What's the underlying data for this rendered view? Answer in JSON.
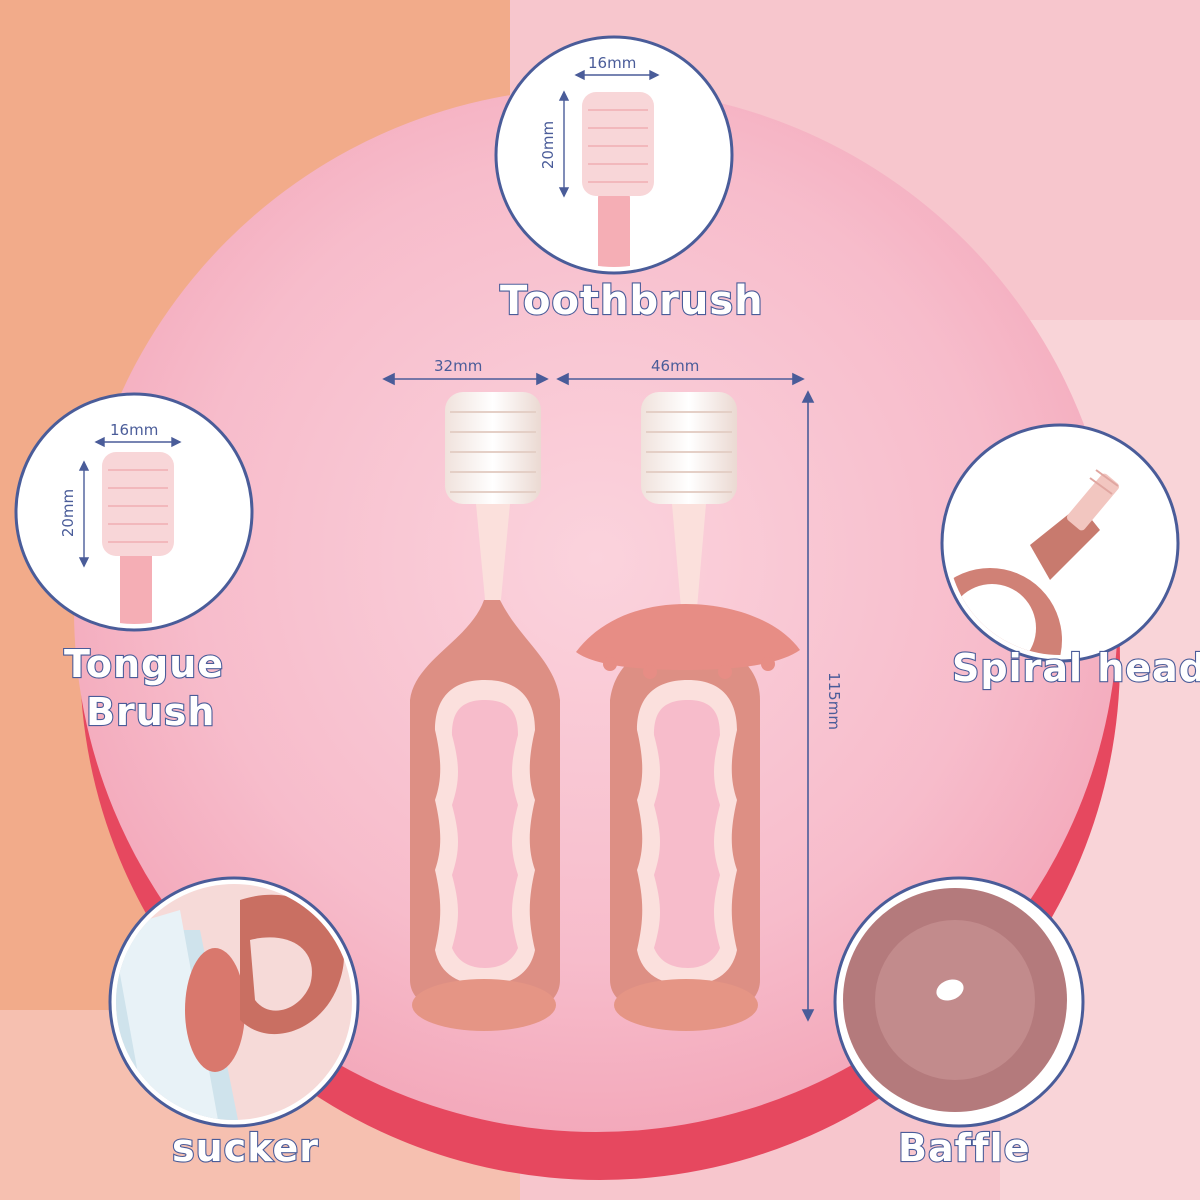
{
  "colors": {
    "bg_left": "#f2ab8a",
    "bg_right": "#f7c0c9",
    "disc": "#f7bccb",
    "disc_edge": "#e8506a",
    "accent_line": "#4a5c99",
    "handle": "#dd8f84",
    "handle_light": "#fbe0dd",
    "bristle": "#fbf3ef"
  },
  "labels": {
    "toothbrush": "Toothbrush",
    "tongue_brush_line1": "Tongue",
    "tongue_brush_line2": "Brush",
    "spiral_head": "Spiral head",
    "sucker": "sucker",
    "baffle": "Baffle"
  },
  "dimensions": {
    "brush_width_top": "16mm",
    "brush_height_top": "20mm",
    "brush_width_left": "16mm",
    "brush_height_left": "20mm",
    "product_width_left": "32mm",
    "product_width_right": "46mm",
    "product_height": "115mm"
  },
  "icons": {
    "toothbrush_detail": "toothbrush-head-closeup",
    "tongue_brush_detail": "tongue-brush-head-closeup",
    "spiral_head_detail": "spiral-head-closeup",
    "sucker_detail": "suction-cup-closeup",
    "baffle_detail": "baffle-disc-closeup"
  }
}
